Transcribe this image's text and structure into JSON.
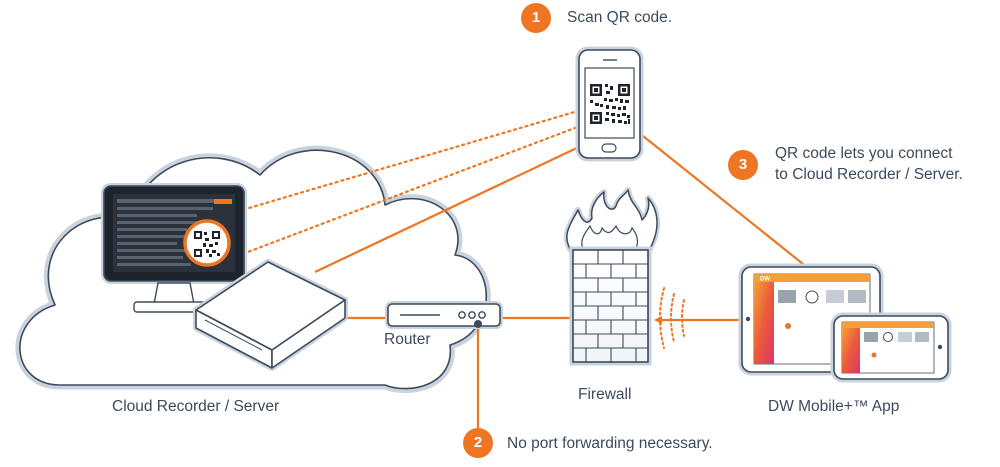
{
  "colors": {
    "accent": "#ee7623",
    "outline": "#c9d3de",
    "device_fill": "#ffffff",
    "dark": "#1f242c",
    "text": "#3d4a5c"
  },
  "labels": {
    "server": "Cloud Recorder / Server",
    "router": "Router",
    "firewall": "Firewall",
    "app": "DW Mobile+™ App"
  },
  "steps": [
    {
      "number": "1",
      "text": "Scan QR code."
    },
    {
      "number": "2",
      "text": "No port forwarding necessary."
    },
    {
      "number": "3",
      "text_line1": "QR code lets you connect",
      "text_line2": "to Cloud Recorder / Server."
    }
  ],
  "icons": {
    "cloud": "cloud-icon",
    "monitor": "monitor-icon",
    "server": "server-box-icon",
    "router": "router-icon",
    "firewall": "firewall-icon",
    "phone": "phone-icon",
    "tablet": "tablet-icon",
    "qr": "qr-code-icon"
  },
  "app_screen": {
    "brand": "DW"
  }
}
